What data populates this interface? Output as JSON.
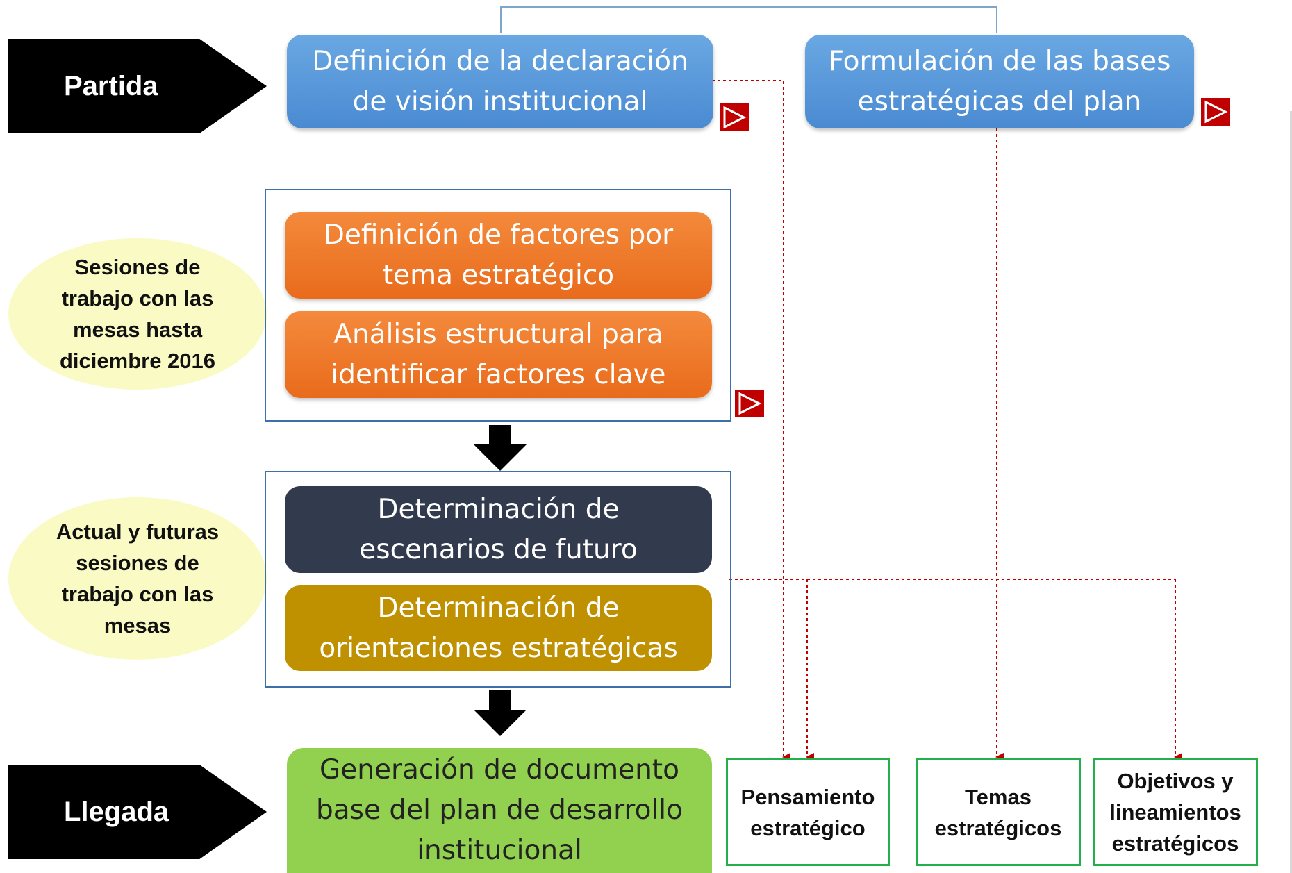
{
  "stages": {
    "start": "Partida",
    "end": "Llegada"
  },
  "sessions": {
    "first": "Sesiones de\ntrabajo con las\nmesas hasta\ndiciembre 2016",
    "second": "Actual y futuras\nsesiones de\ntrabajo con las\nmesas"
  },
  "boxes": {
    "vision": "Definición de la declaración\nde visión institucional",
    "bases": "Formulación de las bases\nestratégicas del plan",
    "factores": "Definición de factores por\ntema estratégico",
    "analisis": "Análisis estructural para\nidentificar factores clave",
    "escenarios": "Determinación de\nescenarios de futuro",
    "orientaciones": "Determinación de\norientaciones estratégicas",
    "documento": "Generación de documento\nbase del plan de desarrollo\ninstitucional"
  },
  "outputs": {
    "pensamiento": "Pensamiento\nestratégico",
    "temas": "Temas\nestratégicos",
    "objetivos": "Objetivos y\nlineamientos\nestratégicos"
  },
  "icons": {
    "play": "play-icon",
    "arrow": "down-arrow-icon"
  },
  "colors": {
    "blue": "#5b9bd5",
    "orange": "#ed7d31",
    "navy": "#323b4e",
    "gold": "#bf9000",
    "green": "#92d050",
    "connector": "#c00000",
    "output_border": "#22b04b",
    "ellipse": "#fafbc4"
  }
}
